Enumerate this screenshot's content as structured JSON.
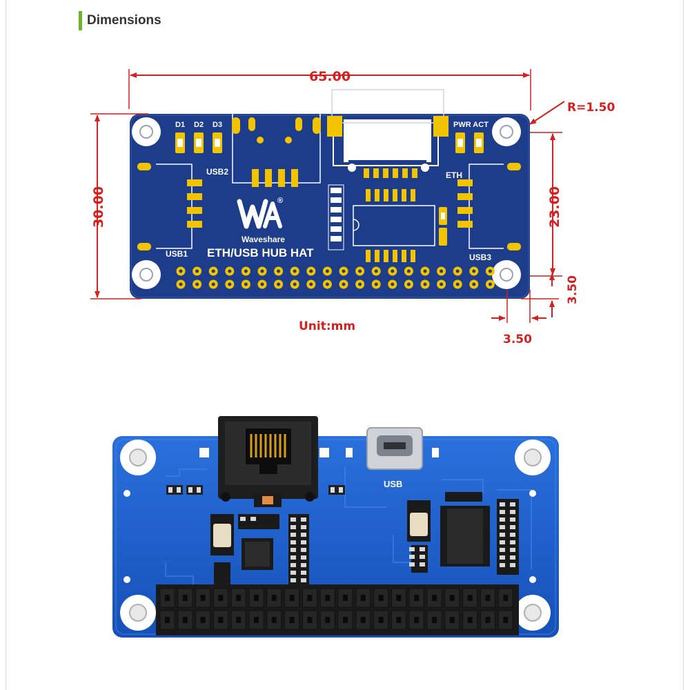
{
  "section": {
    "title": "Dimensions",
    "accent_color": "#6eb52a"
  },
  "diagram": {
    "dimensions": {
      "width": "65.00",
      "height": "30.00",
      "hole_spacing": "23.00",
      "corner_radius": "R=1.50",
      "hole_offset_x": "3.50",
      "hole_offset_y": "3.50"
    },
    "unit_label": "Unit:mm",
    "board_labels": {
      "d1": "D1",
      "d2": "D2",
      "d3": "D3",
      "usb1": "USB1",
      "usb2": "USB2",
      "usb3": "USB3",
      "eth": "ETH",
      "pwr_act": "PWR ACT",
      "brand": "Waveshare",
      "product": "ETH/USB HUB HAT",
      "registered": "®"
    },
    "colors": {
      "dimension": "#d61f1f",
      "board": "#1d3d8a",
      "pad": "#f2c400"
    }
  },
  "photo": {
    "usb_label": "USB",
    "colors": {
      "board": "#1b5fd0",
      "header": "#1a1a1a"
    }
  }
}
